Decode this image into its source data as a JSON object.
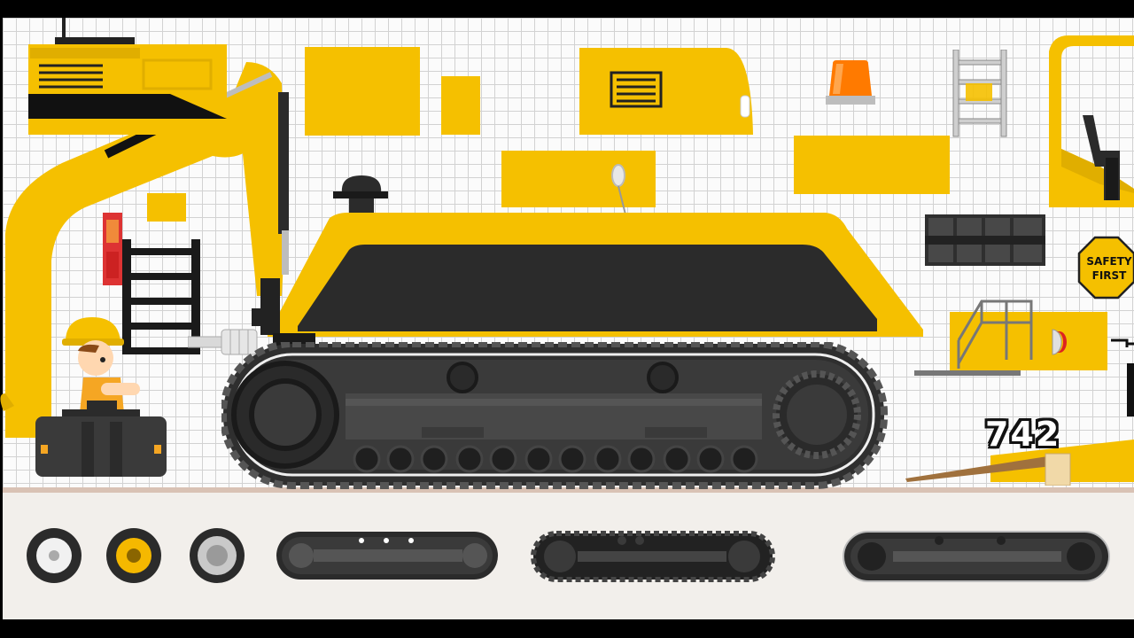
{
  "game": {
    "score": "742",
    "safety_sign": {
      "line1": "SAFETY",
      "line2": "FIRST"
    }
  },
  "colors": {
    "machine_yellow": "#f5c000",
    "track_dark": "#2b2b2b",
    "grid_line": "#d2d2d2",
    "tray_background": "#f2efeb"
  },
  "parts_tray": {
    "items": [
      {
        "icon": "gray-wheel-icon"
      },
      {
        "icon": "yellow-rim-wheel-icon"
      },
      {
        "icon": "silver-rim-wheel-icon"
      },
      {
        "icon": "crawler-track-short-icon"
      },
      {
        "icon": "crawler-track-spiked-icon"
      },
      {
        "icon": "crawler-track-long-icon"
      }
    ]
  }
}
